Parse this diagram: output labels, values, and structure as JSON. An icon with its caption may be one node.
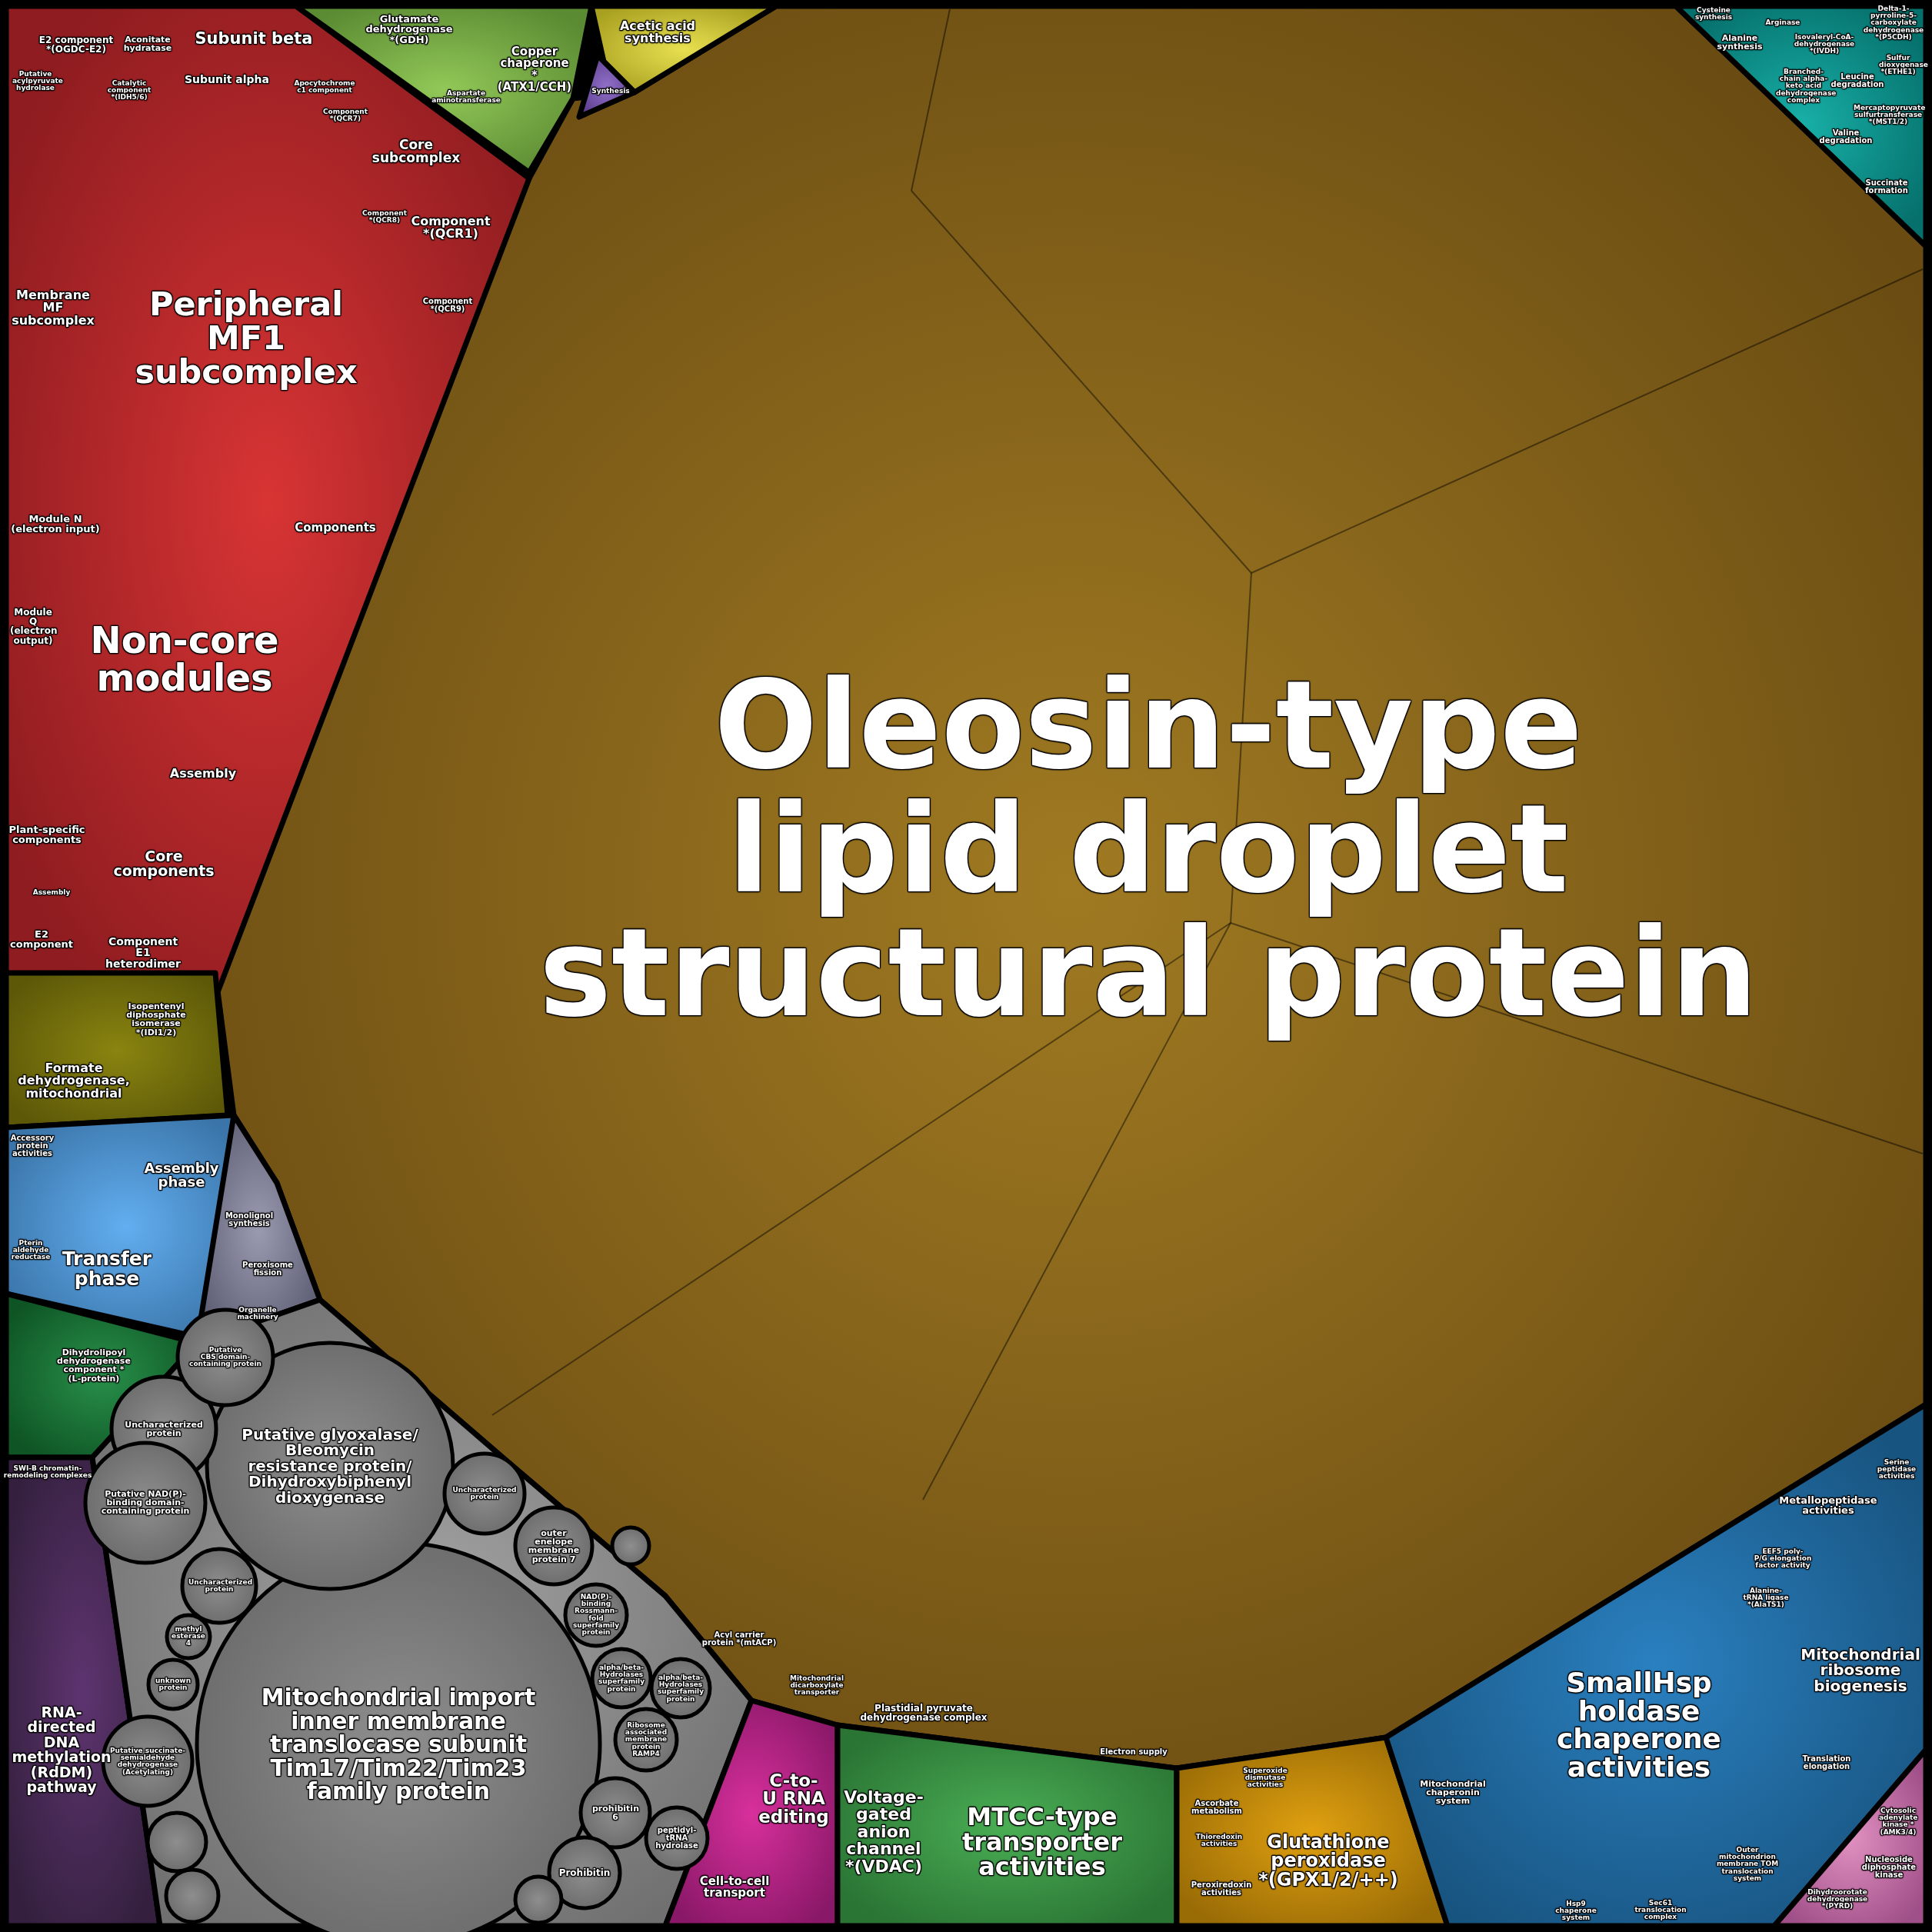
{
  "diagram": {
    "nodes": [
      {
        "text": [
          "Oleosin-type lipid droplet structural protein"
        ]
      },
      {
        "text": [
          "Subunit beta"
        ]
      },
      {
        "text": [
          "Subunit alpha"
        ]
      },
      {
        "text": [
          "E2 component *(OGDC-E2)"
        ]
      },
      {
        "text": [
          "Aconitate hydratase"
        ]
      },
      {
        "text": [
          "Catalytic component *(IDH5/6)"
        ]
      },
      {
        "text": [
          "Peripheral MF1 subcomplex"
        ]
      },
      {
        "text": [
          "Membrane MF subcomplex"
        ]
      },
      {
        "text": [
          "Core subcomplex"
        ]
      },
      {
        "text": [
          "Component *(QCR7)"
        ]
      },
      {
        "text": [
          "Apocytochrome c1 component"
        ]
      },
      {
        "text": [
          "Component *(QCR1)"
        ]
      },
      {
        "text": [
          "Component *(QCR8)"
        ]
      },
      {
        "text": [
          "Component *(QCR9)"
        ]
      },
      {
        "text": [
          "Components"
        ]
      },
      {
        "text": [
          "Module N (electron input)"
        ]
      },
      {
        "text": [
          "Module Q (electron output)"
        ]
      },
      {
        "text": [
          "Non-core modules"
        ]
      },
      {
        "text": [
          "Assembly"
        ]
      },
      {
        "text": [
          "Plant-specific components"
        ]
      },
      {
        "text": [
          "Core components"
        ]
      },
      {
        "text": [
          "Assembly"
        ]
      },
      {
        "text": [
          "E2 component"
        ]
      },
      {
        "text": [
          "Component E1 heterodimer"
        ]
      },
      {
        "text": [
          "Glutamate dehydrogenase *(GDH)"
        ]
      },
      {
        "text": [
          "Aspartate aminotransferase"
        ]
      },
      {
        "text": [
          "Copper chaperone *(ATX1/CCH)"
        ]
      },
      {
        "text": [
          "Synthesis"
        ]
      },
      {
        "text": [
          "Acetic acid synthesis"
        ]
      },
      {
        "text": [
          "Isopentenyl diphosphate isomerase *(IDI1/2)"
        ]
      },
      {
        "text": [
          "Formate dehydrogenase, mitochondrial"
        ]
      },
      {
        "text": [
          "Accessory protein activities"
        ]
      },
      {
        "text": [
          "Assembly phase"
        ]
      },
      {
        "text": [
          "Transfer phase"
        ]
      },
      {
        "text": [
          "Pterin aldehyde reductase"
        ]
      },
      {
        "text": [
          "Monolignol synthesis"
        ]
      },
      {
        "text": [
          "Peroxisome fission"
        ]
      },
      {
        "text": [
          "Organelle machinery"
        ]
      },
      {
        "text": [
          "Dihydrolipoyl dehydrogenase component *(L-protein)"
        ]
      },
      {
        "text": [
          "SWI-B chromatin-remodeling complexes"
        ]
      },
      {
        "text": [
          "RNA-directed DNA methylation (RdDM) pathway"
        ]
      },
      {
        "text": [
          "Putative CBS domain-containing protein"
        ]
      },
      {
        "text": [
          "Putative glyoxalase/ Bleomycin resistance protein/ Dihydroxybiphenyl dioxygenase"
        ]
      },
      {
        "text": [
          "Uncharacterized protein"
        ]
      },
      {
        "text": [
          "Putative NAD(P)-binding domain-containing protein"
        ]
      },
      {
        "text": [
          "Uncharacterized protein"
        ]
      },
      {
        "text": [
          "outer enelope membrane protein 7"
        ]
      },
      {
        "text": [
          "Mitochondrial import inner membrane translocase subunit Tim17/Tim22/Tim23 family protein"
        ]
      },
      {
        "text": [
          "NAD(P)-binding Rossmann-fold superfamily protein"
        ]
      },
      {
        "text": [
          "Uncharacterized protein"
        ]
      },
      {
        "text": [
          "methyl esterase 4"
        ]
      },
      {
        "text": [
          "unknown protein"
        ]
      },
      {
        "text": [
          "Putative succinate-semialdehyde dehydrogenase (Acetylating)"
        ]
      },
      {
        "text": [
          "prohibitin 6"
        ]
      },
      {
        "text": [
          "Prohibitin"
        ]
      },
      {
        "text": [
          "peptidyl-tRNA hydrolase"
        ]
      },
      {
        "text": [
          "alpha/beta-Hydrolases superfamily protein"
        ]
      },
      {
        "text": [
          "alpha/beta-Hydrolases superfamily protein"
        ]
      },
      {
        "text": [
          "Ribosome associated membrane protein RAMP4"
        ]
      },
      {
        "text": [
          "Acyl carrier protein *(mtACP)"
        ]
      },
      {
        "text": [
          "Mitochondrial dicarboxylate transporter"
        ]
      },
      {
        "text": [
          "Plastidial pyruvate dehydrogenase complex"
        ]
      },
      {
        "text": [
          "Electron supply"
        ]
      },
      {
        "text": [
          "C-to-U RNA editing"
        ]
      },
      {
        "text": [
          "Cell-to-cell transport"
        ]
      },
      {
        "text": [
          "Voltage-gated anion channel *(VDAC)"
        ]
      },
      {
        "text": [
          "MTCC-type transporter activities"
        ]
      },
      {
        "text": [
          "Ascorbate metabolism"
        ]
      },
      {
        "text": [
          "Thioredoxin activities"
        ]
      },
      {
        "text": [
          "Peroxiredoxin activities"
        ]
      },
      {
        "text": [
          "Glutathione peroxidase *(GPX1/2/++)"
        ]
      },
      {
        "text": [
          "Superoxide dismutase activities"
        ]
      },
      {
        "text": [
          "SmallHsp holdase chaperone activities"
        ]
      },
      {
        "text": [
          "Metallopeptidase activities"
        ]
      },
      {
        "text": [
          "Serine peptidase activities"
        ]
      },
      {
        "text": [
          "EEF5 poly-P/G elongation factor activity"
        ]
      },
      {
        "text": [
          "Alanine-tRNA ligase *(AlaTS1)"
        ]
      },
      {
        "text": [
          "Mitochondrial ribosome biogenesis"
        ]
      },
      {
        "text": [
          "Translation elongation"
        ]
      },
      {
        "text": [
          "Mitochondrial chaperonin system"
        ]
      },
      {
        "text": [
          "Outer mitochondrion membrane TOM translocation system"
        ]
      },
      {
        "text": [
          "Hsp9 chaperone system"
        ]
      },
      {
        "text": [
          "Sec61 translocation complex"
        ]
      },
      {
        "text": [
          "Cytosolic adenylate kinase *(AMK3/4)"
        ]
      },
      {
        "text": [
          "Nucleoside diphosphate kinase"
        ]
      },
      {
        "text": [
          "Dihydroorotate dehydrogenase *(PYRD)"
        ]
      },
      {
        "text": [
          "Cysteine synthesis"
        ]
      },
      {
        "text": [
          "Alanine synthesis"
        ]
      },
      {
        "text": [
          "Arginase"
        ]
      },
      {
        "text": [
          "Isovaleryl-CoA-dehydrogenase *(IVDH)"
        ]
      },
      {
        "text": [
          "Delta-1-pyrroline-5-carboxylate dehydrogenase *(P5CDH)"
        ]
      },
      {
        "text": [
          "Branched-chain alpha-keto acid dehydrogenase complex"
        ]
      },
      {
        "text": [
          "Leucine degradation"
        ]
      },
      {
        "text": [
          "Valine degradation"
        ]
      },
      {
        "text": [
          "Sulfur dioxygenase *(ETHE1)"
        ]
      },
      {
        "text": [
          "Mercaptopyruvate sulfurtransferase *(MST1/2)"
        ]
      },
      {
        "text": [
          "Succinate formation"
        ]
      },
      {
        "text": [
          "Putative acylpyruvate hydrolase"
        ]
      }
    ]
  }
}
